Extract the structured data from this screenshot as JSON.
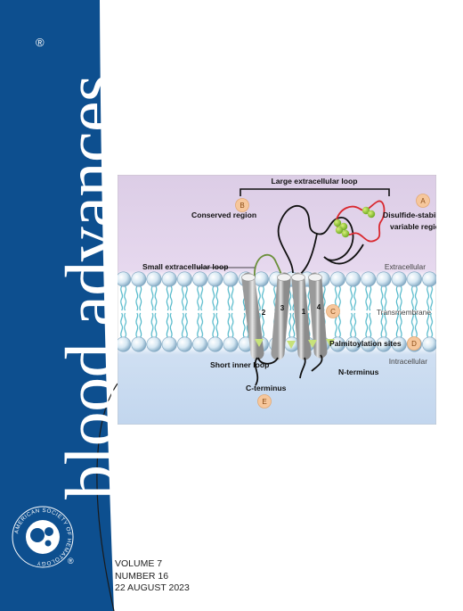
{
  "cover": {
    "journal_title": "blood advances",
    "registered_mark": "®",
    "colors": {
      "brand_blue": "#0d4f8f",
      "badge_orange": "#f6c79c",
      "loop_red": "#d9282f"
    }
  },
  "society_logo": {
    "name": "AMERICAN SOCIETY OF HEMATOLOGY",
    "registered_mark": "®"
  },
  "issue": {
    "volume": "VOLUME 7",
    "number": "NUMBER 16",
    "date": "22 AUGUST 2023"
  },
  "figure": {
    "labels": {
      "large_loop": "Large extracellular loop",
      "conserved": "Conserved region",
      "disulfide_line1": "Disulfide-stabilized",
      "disulfide_line2": "variable region",
      "small_loop": "Small extracellular loop",
      "extracellular": "Extracellular",
      "transmembrane": "Transmembrane",
      "palmitoylation": "Palmitoylation sites",
      "intracellular": "Intracellular",
      "short_inner": "Short inner loop",
      "n_terminus": "N-terminus",
      "c_terminus": "C-terminus"
    },
    "badges": {
      "a": "A",
      "b": "B",
      "c": "C",
      "d": "D",
      "e": "E"
    },
    "helices": {
      "h1": "1",
      "h2": "2",
      "h3": "3",
      "h4": "4"
    }
  }
}
